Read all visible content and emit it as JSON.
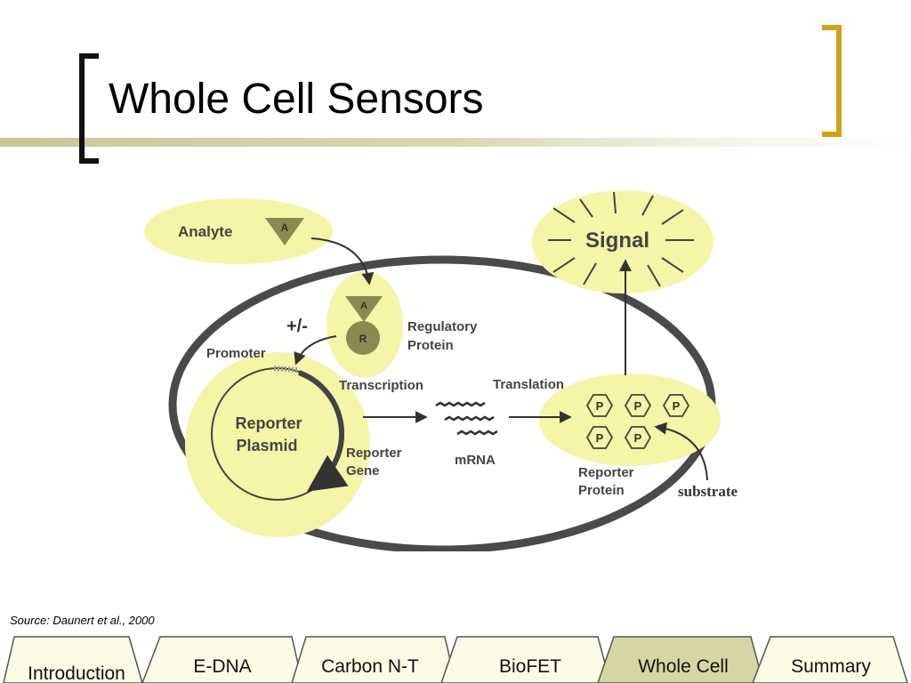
{
  "slide": {
    "title": "Whole Cell Sensors",
    "source": "Source: Daunert et al., 2000"
  },
  "diagram": {
    "analyte_label": "Analyte",
    "analyte_marker": "A",
    "regulator_analyte_marker": "A",
    "regulator_marker": "R",
    "plus_minus": "+/-",
    "regulatory_line1": "Regulatory",
    "regulatory_line2": "Protein",
    "promoter": "Promoter",
    "transcription": "Transcription",
    "translation": "Translation",
    "reporter_plasmid_line1": "Reporter",
    "reporter_plasmid_line2": "Plasmid",
    "reporter_gene_line1": "Reporter",
    "reporter_gene_line2": "Gene",
    "mrna": "mRNA",
    "signal": "Signal",
    "reporter_protein_line1": "Reporter",
    "reporter_protein_line2": "Protein",
    "substrate": "substrate",
    "hex_label": "P",
    "colors": {
      "highlight": "#f5f5a8",
      "cell_border": "#4a4a4a",
      "regulator": "#8a8a50"
    }
  },
  "nav": {
    "tabs": [
      "Introduction",
      "E-DNA",
      "Carbon N-T",
      "BioFET",
      "Whole Cell",
      "Summary"
    ],
    "active_tab": "Whole Cell",
    "colors": {
      "tab_fill": "#fbfbe6",
      "tab_active": "#d6d6a2"
    }
  }
}
